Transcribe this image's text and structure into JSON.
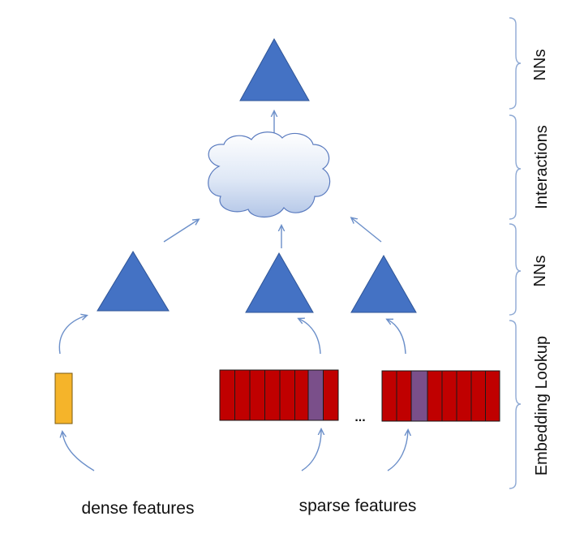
{
  "colors": {
    "triangle": "#4472c4",
    "triangle_stroke": "#2f5597",
    "embedding_cell": "#c00000",
    "embedding_highlight": "#7a4f8a",
    "dense_feature": "#f5b42a",
    "arrow": "#6b8fc9",
    "bracket": "#8ea9d4",
    "cloud_stroke": "#5a7bbf"
  },
  "icons": {
    "nn_block": "triangle-icon",
    "interaction": "cloud-icon",
    "embedding_table": "embedding-table-icon"
  },
  "labels": {
    "dense_features": "dense features",
    "sparse_features": "sparse features",
    "ellipsis": "..."
  },
  "layers": [
    {
      "label": "NNs"
    },
    {
      "label": "Interactions"
    },
    {
      "label": "NNs"
    },
    {
      "label": "Embedding Lookup"
    }
  ]
}
